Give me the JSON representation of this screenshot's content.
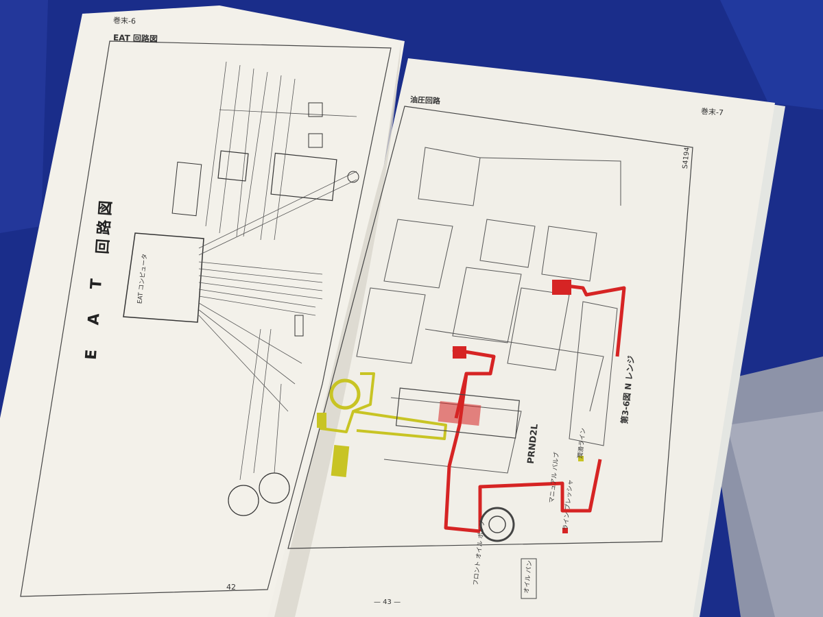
{
  "left_page": {
    "header": "巻末-6",
    "section_title": "EAT 回路図",
    "big_title_latin": "E A T",
    "big_title_kanji": "回路図",
    "computer_box_label": "EAT コンピュータ",
    "page_number": "42"
  },
  "right_page": {
    "header_left": "油圧回路",
    "header_right": "巻末-7",
    "code": "S4194",
    "figure_title": "第3-6図  N レンジ",
    "legend": [
      {
        "label": "ライン プレッシャ",
        "color": "#d62424"
      },
      {
        "label": "潤滑ライン",
        "color": "#c8c424"
      }
    ],
    "manual_valve_label": "マニュアル バルブ",
    "range_label": "PRND2L",
    "oil_pump_label": "フロント オイル ポンプ",
    "oil_pan_label": "オイル パン",
    "page_number": "— 43 —"
  },
  "colors": {
    "line_pressure": "#d62424",
    "lube_line": "#c8c424",
    "paper": "#f2f0e8",
    "background_fabric": "#1b2f8c"
  }
}
